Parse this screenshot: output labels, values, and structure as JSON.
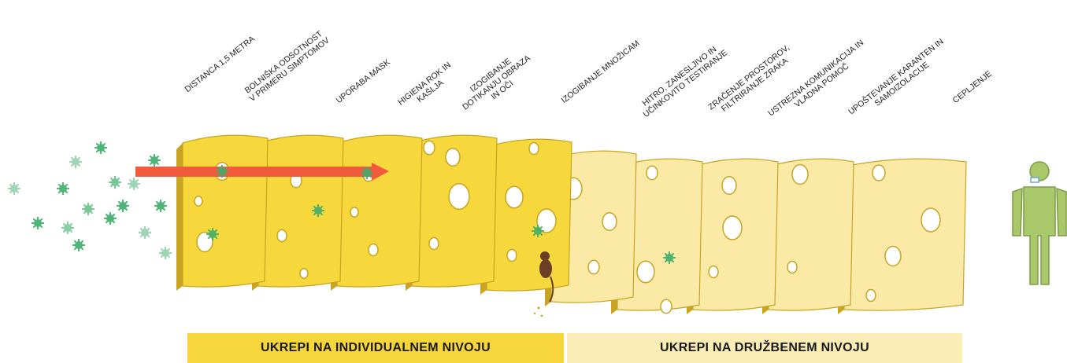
{
  "layers": [
    {
      "label": "DISTANCA 1,5 METRA",
      "group": "individual"
    },
    {
      "label": "BOLNIŠKA ODSOTNOST\nV PRIMERU SIMPTOMOV",
      "group": "individual"
    },
    {
      "label": "UPORABA MASK",
      "group": "individual"
    },
    {
      "label": "HIGIENA ROK IN\nKAŠLJA",
      "group": "individual"
    },
    {
      "label": "IZOGIBANJE\nDOTIKANJU OBRAZA\nIN OČI",
      "group": "individual"
    },
    {
      "label": "IZOGIBANJE MNOŽICAM",
      "group": "social"
    },
    {
      "label": "HITRO, ZANESLJIVO IN\nUČINKOVITO TESTIRANJE",
      "group": "social"
    },
    {
      "label": "ZRAČENJE PROSTOROV,\nFILTRIRANJE ZRAKA",
      "group": "social"
    },
    {
      "label": "USTREZNA KOMUNIKACIJA IN\nVLADNA POMOČ",
      "group": "social"
    },
    {
      "label": "UPOŠTEVANJE KARANTEN IN\nSAMOIZOLACIJE",
      "group": "social"
    },
    {
      "label": "CEPLJENJE",
      "group": "social"
    }
  ],
  "bands": {
    "individual": "UKREPI NA INDIVIDUALNEM NIVOJU",
    "social": "UKREPI NA DRUŽBENEM NIVOJU"
  },
  "colors": {
    "cheese_individual": "#f6d73c",
    "cheese_social": "#faeaa6",
    "cheese_edge": "#c9a422",
    "virus": "#3dae6b",
    "arrow": "#f15a3c",
    "person": "#a8c86a",
    "mouse": "#6b3f26"
  }
}
